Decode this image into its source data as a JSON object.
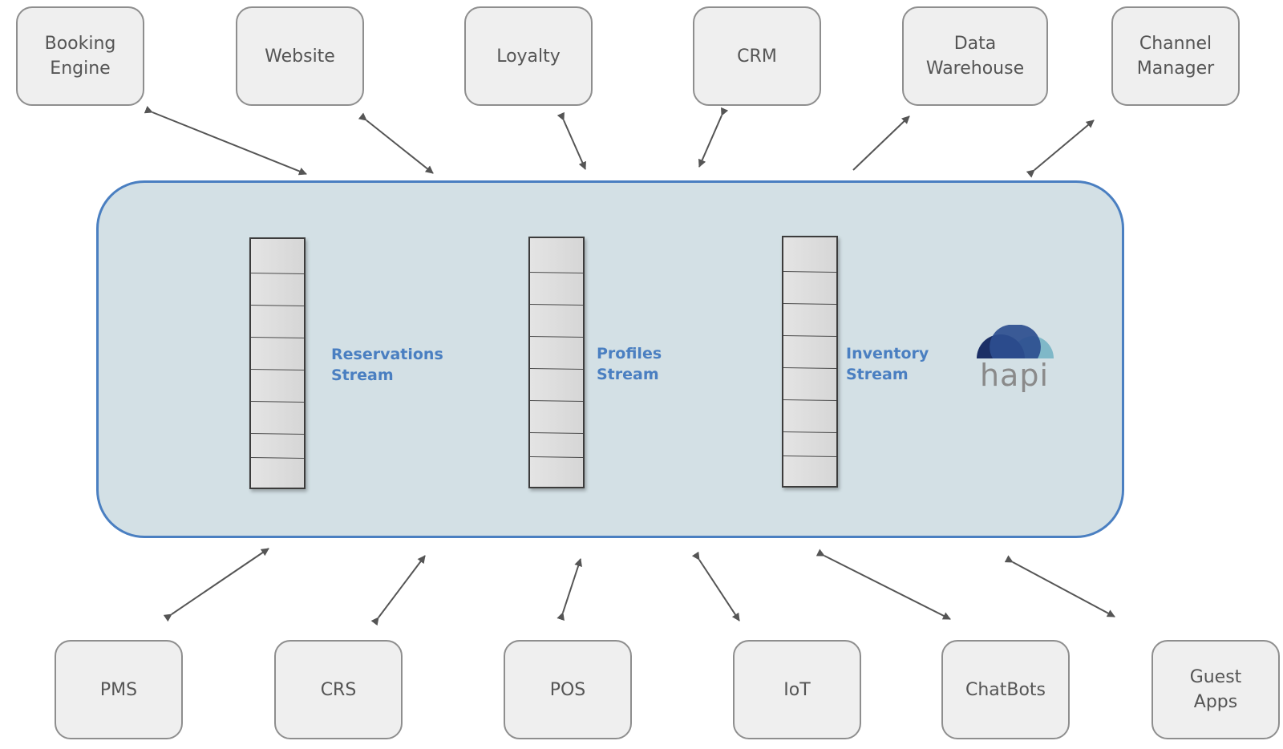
{
  "top_systems": [
    {
      "label": "Booking\nEngine"
    },
    {
      "label": "Website"
    },
    {
      "label": "Loyalty"
    },
    {
      "label": "CRM"
    },
    {
      "label": "Data\nWarehouse"
    },
    {
      "label": "Channel\nManager"
    }
  ],
  "bottom_systems": [
    {
      "label": "PMS"
    },
    {
      "label": "CRS"
    },
    {
      "label": "POS"
    },
    {
      "label": "IoT"
    },
    {
      "label": "ChatBots"
    },
    {
      "label": "Guest\nApps"
    }
  ],
  "streams": [
    {
      "label": "Reservations\nStream"
    },
    {
      "label": "Profiles\nStream"
    },
    {
      "label": "Inventory\nStream"
    }
  ],
  "logo": {
    "text": "hapi"
  },
  "colors": {
    "hub_fill": "#d3e0e5",
    "hub_border": "#4a7fc1",
    "stream_label": "#4a7fc1",
    "box_fill": "#efefef",
    "box_border": "#8e8e8e",
    "arrow": "#555555",
    "logo_navy": "#1b2f66",
    "logo_blue": "#2d4e8f",
    "logo_teal": "#7fb8c8"
  }
}
